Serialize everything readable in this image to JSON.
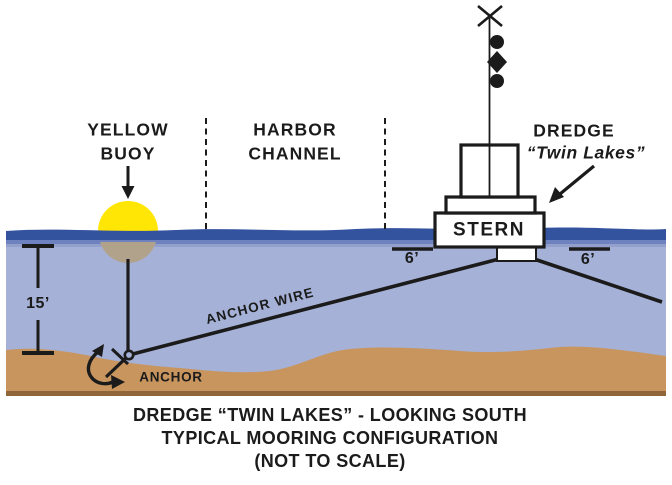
{
  "diagram": {
    "labels": {
      "buoy": {
        "line1": "YELLOW",
        "line2": "BUOY"
      },
      "channel": {
        "line1": "HARBOR",
        "line2": "CHANNEL"
      },
      "dredge": {
        "line1": "DREDGE",
        "line2": "“Twin Lakes”"
      },
      "stern": "STERN",
      "water_depth": "15’",
      "stern_offset_left": "6’",
      "stern_offset_right": "6’",
      "anchor_wire": "ANCHOR WIRE",
      "anchor": "ANCHOR"
    },
    "caption": {
      "line1": "DREDGE “TWIN LAKES” - LOOKING SOUTH",
      "line2": "TYPICAL MOORING CONFIGURATION",
      "line3": "(NOT TO SCALE)"
    },
    "colors": {
      "water_surface": "#33539f",
      "water_surface_mid": "#6d82bf",
      "water_surface_light": "#93a0cc",
      "water_body": "#a5b1d6",
      "seabed": "#c8955e",
      "seabed_edge": "#8f653a",
      "buoy_yellow": "#ffe605",
      "buoy_submerged": "#b1a28c",
      "ink": "#1b1b1b"
    }
  }
}
